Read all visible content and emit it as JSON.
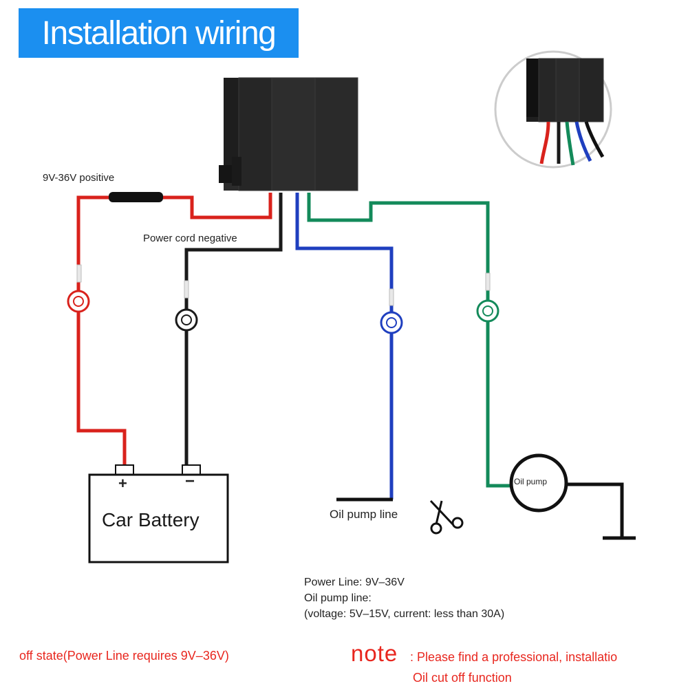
{
  "title": "Installation wiring",
  "labels": {
    "positive": "9V-36V positive",
    "negative": "Power cord negative",
    "battery": "Car Battery",
    "battery_plus": "+",
    "battery_minus": "−",
    "oil_pump_line": "Oil pump line",
    "oil_pump": "Oil pump"
  },
  "specs": {
    "power_line": "Power Line: 9V–36V",
    "oil_pump_line": "Oil pump line:",
    "rating": "(voltage: 5V–15V, current: less than 30A)"
  },
  "notes": {
    "off_state": "off state(Power Line requires 9V–36V)",
    "note_word": "note",
    "note_text": ": Please find a professional, installatio",
    "cut_off": "Oil cut off function"
  },
  "colors": {
    "title_bg": "#1b8ff0",
    "red_wire": "#d9221c",
    "black_wire": "#1a1a1a",
    "blue_wire": "#1f3fbf",
    "green_wire": "#138a5a",
    "note_red": "#e8261e"
  },
  "icons": {
    "scissors": "scissors-icon",
    "ground": "ground-symbol"
  }
}
